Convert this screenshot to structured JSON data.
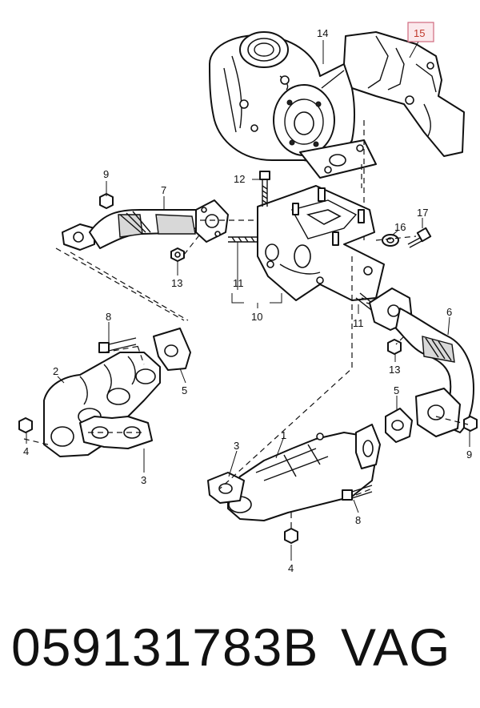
{
  "diagram": {
    "callouts": {
      "c14": "14",
      "c15": "15",
      "c9_top": "9",
      "c7": "7",
      "c12": "12",
      "c16": "16",
      "c17": "17",
      "c13_left": "13",
      "c11_left": "11",
      "c10": "10",
      "c11_right": "11",
      "c6": "6",
      "c13_right": "13",
      "c8_left": "8",
      "c2": "2",
      "c5_left": "5",
      "c4_left": "4",
      "c3_left": "3",
      "c5_right": "5",
      "c9_right": "9",
      "c3_right": "3",
      "c1": "1",
      "c8_right": "8",
      "c4_right": "4"
    },
    "highlighted_callout": "c15",
    "highlight_color": "#d06a7e"
  },
  "caption": {
    "part_number": "059131783B",
    "brand": "VAG"
  }
}
